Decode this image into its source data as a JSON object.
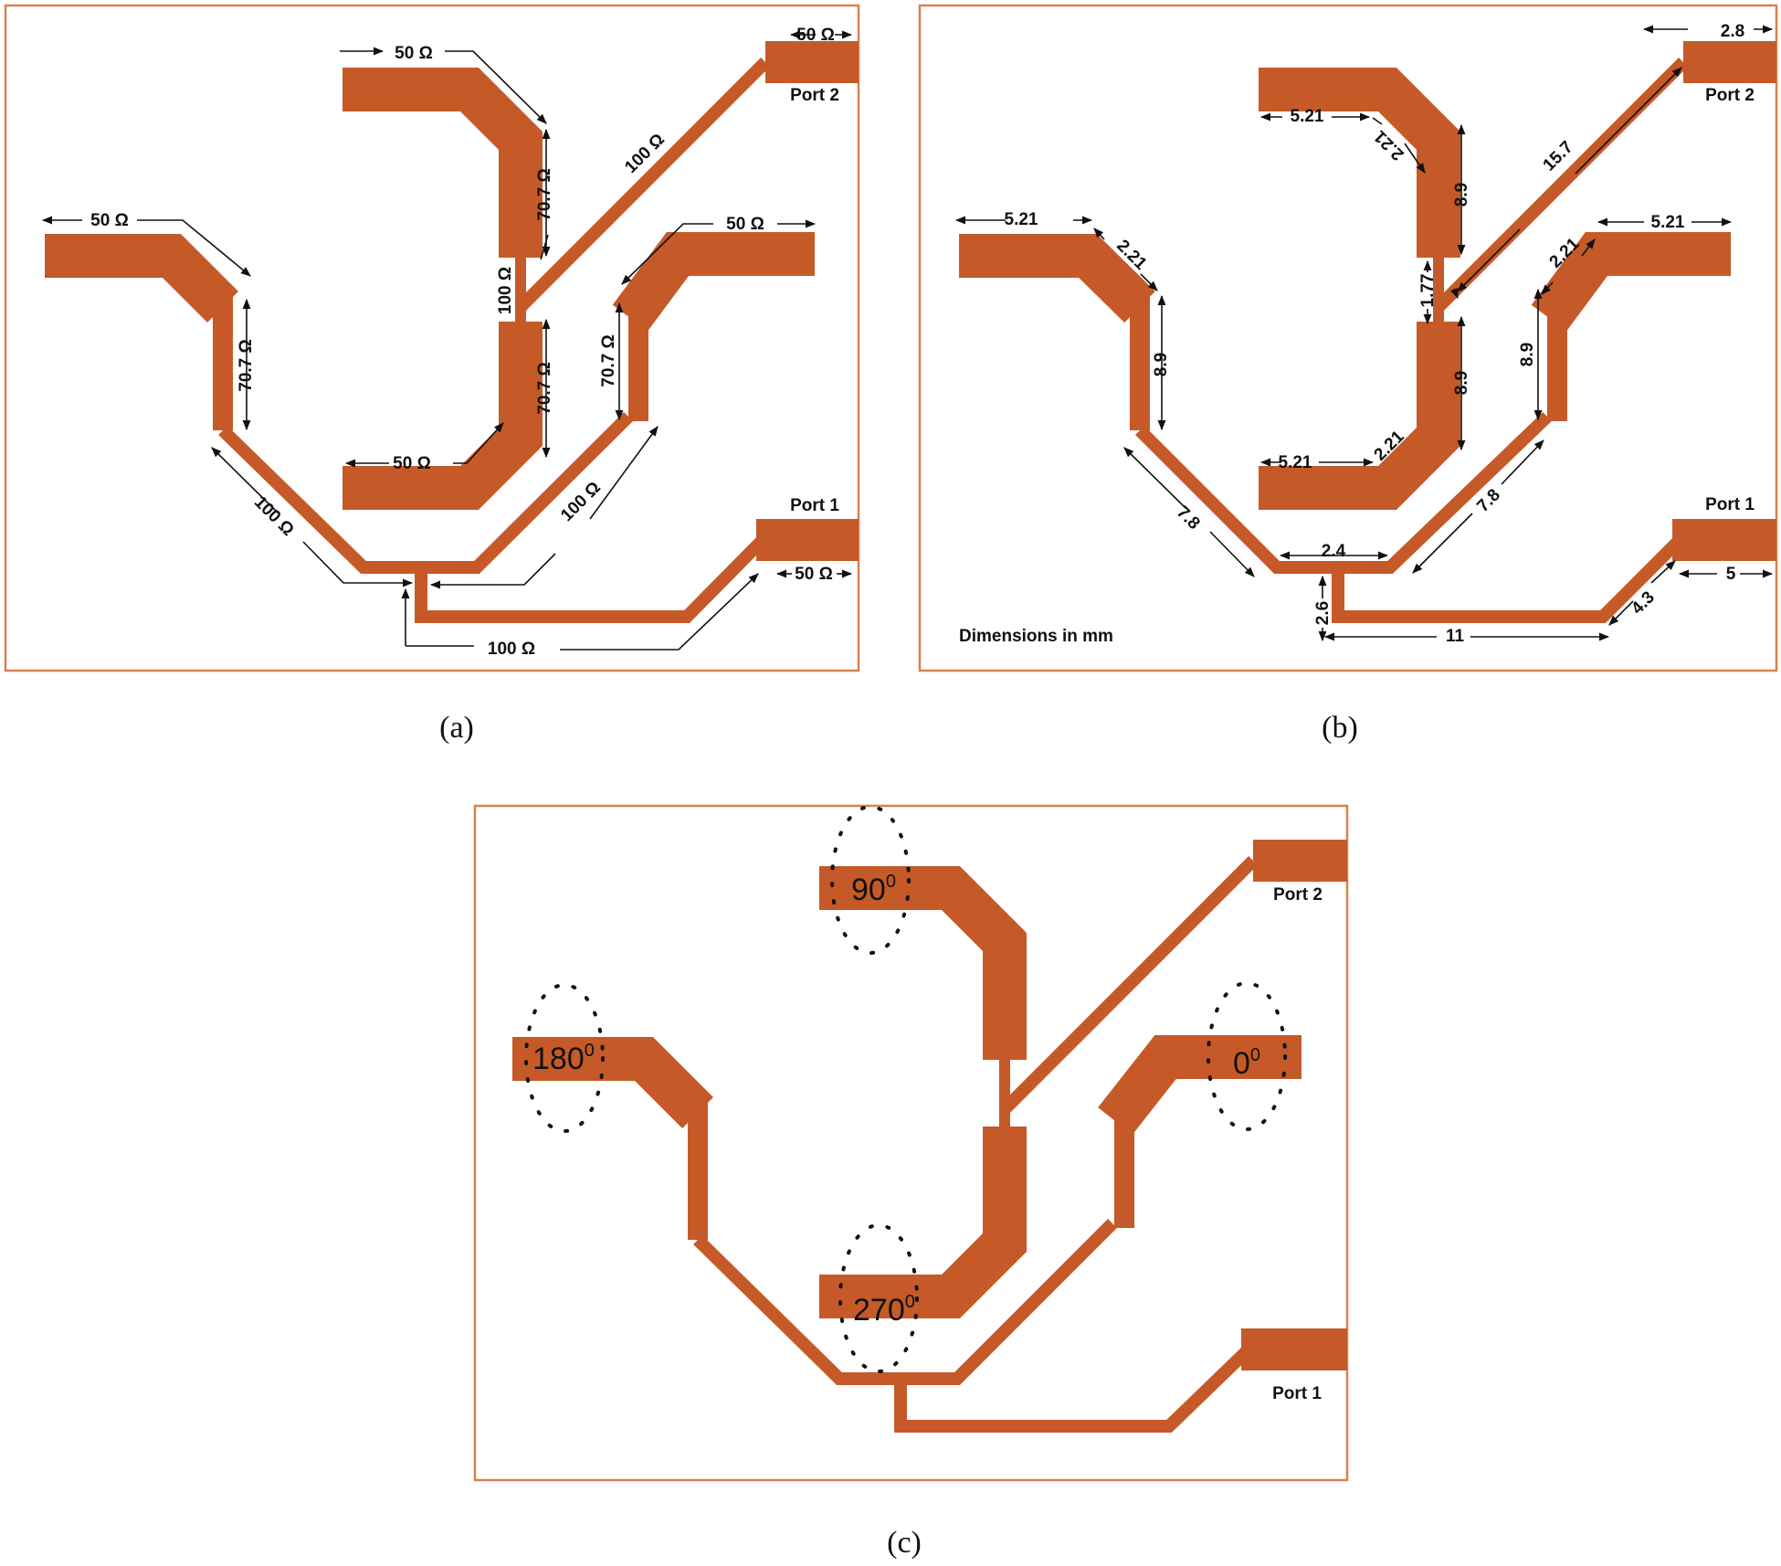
{
  "panel_a": {
    "caption": "(a)",
    "port1": "Port 1",
    "port2": "Port 2",
    "labels": {
      "tl_50": "50 Ω",
      "tc_50": "50 Ω",
      "tr_50": "50 Ω",
      "mr_50": "50 Ω",
      "bc_50": "50 Ω",
      "p1_50": "50 Ω",
      "left_707": "70.7 Ω",
      "upper_707": "70.7 Ω",
      "lower_707": "70.7 Ω",
      "right_707": "70.7 Ω",
      "gap_100": "100 Ω",
      "diag_100": "100 Ω",
      "left_100": "100 Ω",
      "right_100": "100 Ω",
      "bottom_100": "100 Ω"
    }
  },
  "panel_b": {
    "caption": "(b)",
    "port1": "Port 1",
    "port2": "Port 2",
    "note": "Dimensions in mm",
    "labels": {
      "left_w": "5.21",
      "left_taper": "2.21",
      "left_vert": "8.9",
      "left_diag": "7.8",
      "top_w": "5.21",
      "top_taper": "2.21",
      "upper_vert": "8.9",
      "gap": "1.77",
      "lower_vert": "8.9",
      "bottom_w": "5.21",
      "bottom_taper": "2.21",
      "mid_w": "2.4",
      "stub": "2.6",
      "feed": "11",
      "feed_diag": "4.3",
      "port1_len": "5",
      "diag_long": "15.7",
      "port2_w": "2.8",
      "right_w": "5.21",
      "right_taper": "2.21",
      "right_vert": "8.9",
      "right_diag": "7.8"
    }
  },
  "panel_c": {
    "caption": "(c)",
    "port1": "Port 1",
    "port2": "Port 2",
    "phases": {
      "p90": "90",
      "p180": "180",
      "p270": "270",
      "p0": "0"
    },
    "degree_mark": "0"
  },
  "colors": {
    "copper": "#c55a28",
    "frame": "#d9804f"
  }
}
